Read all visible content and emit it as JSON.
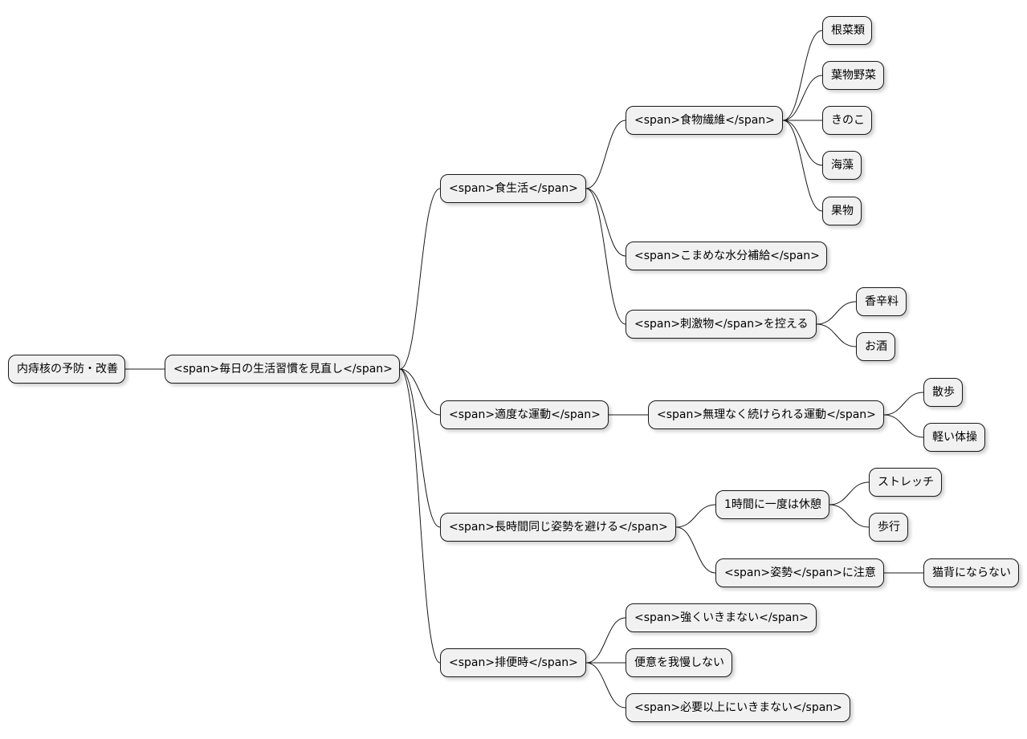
{
  "mindmap": {
    "root": {
      "label": "内痔核の予防・改善"
    },
    "level1": {
      "label": "<span>毎日の生活習慣を見直し</span>"
    },
    "diet": {
      "label": "<span>食生活</span>",
      "fiber": {
        "label": "<span>食物繊維</span>",
        "items": [
          "根菜類",
          "葉物野菜",
          "きのこ",
          "海藻",
          "果物"
        ]
      },
      "water": {
        "label": "<span>こまめな水分補給</span>"
      },
      "stimulants": {
        "label": "<span>刺激物</span>を控える",
        "items": [
          "香辛料",
          "お酒"
        ]
      }
    },
    "exercise": {
      "label": "<span>適度な運動</span>",
      "sustainable": {
        "label": "<span>無理なく続けられる運動</span>",
        "items": [
          "散歩",
          "軽い体操"
        ]
      }
    },
    "posture": {
      "label": "<span>長時間同じ姿勢を避ける</span>",
      "rest": {
        "label": "1時間に一度は休憩",
        "items": [
          "ストレッチ",
          "歩行"
        ]
      },
      "attention": {
        "label": "<span>姿勢</span>に注意",
        "items": [
          "猫背にならない"
        ]
      }
    },
    "bowel": {
      "label": "<span>排便時</span>",
      "items": [
        "<span>強くいきまない</span>",
        "便意を我慢しない",
        "<span>必要以上にいきまない</span>"
      ]
    }
  }
}
